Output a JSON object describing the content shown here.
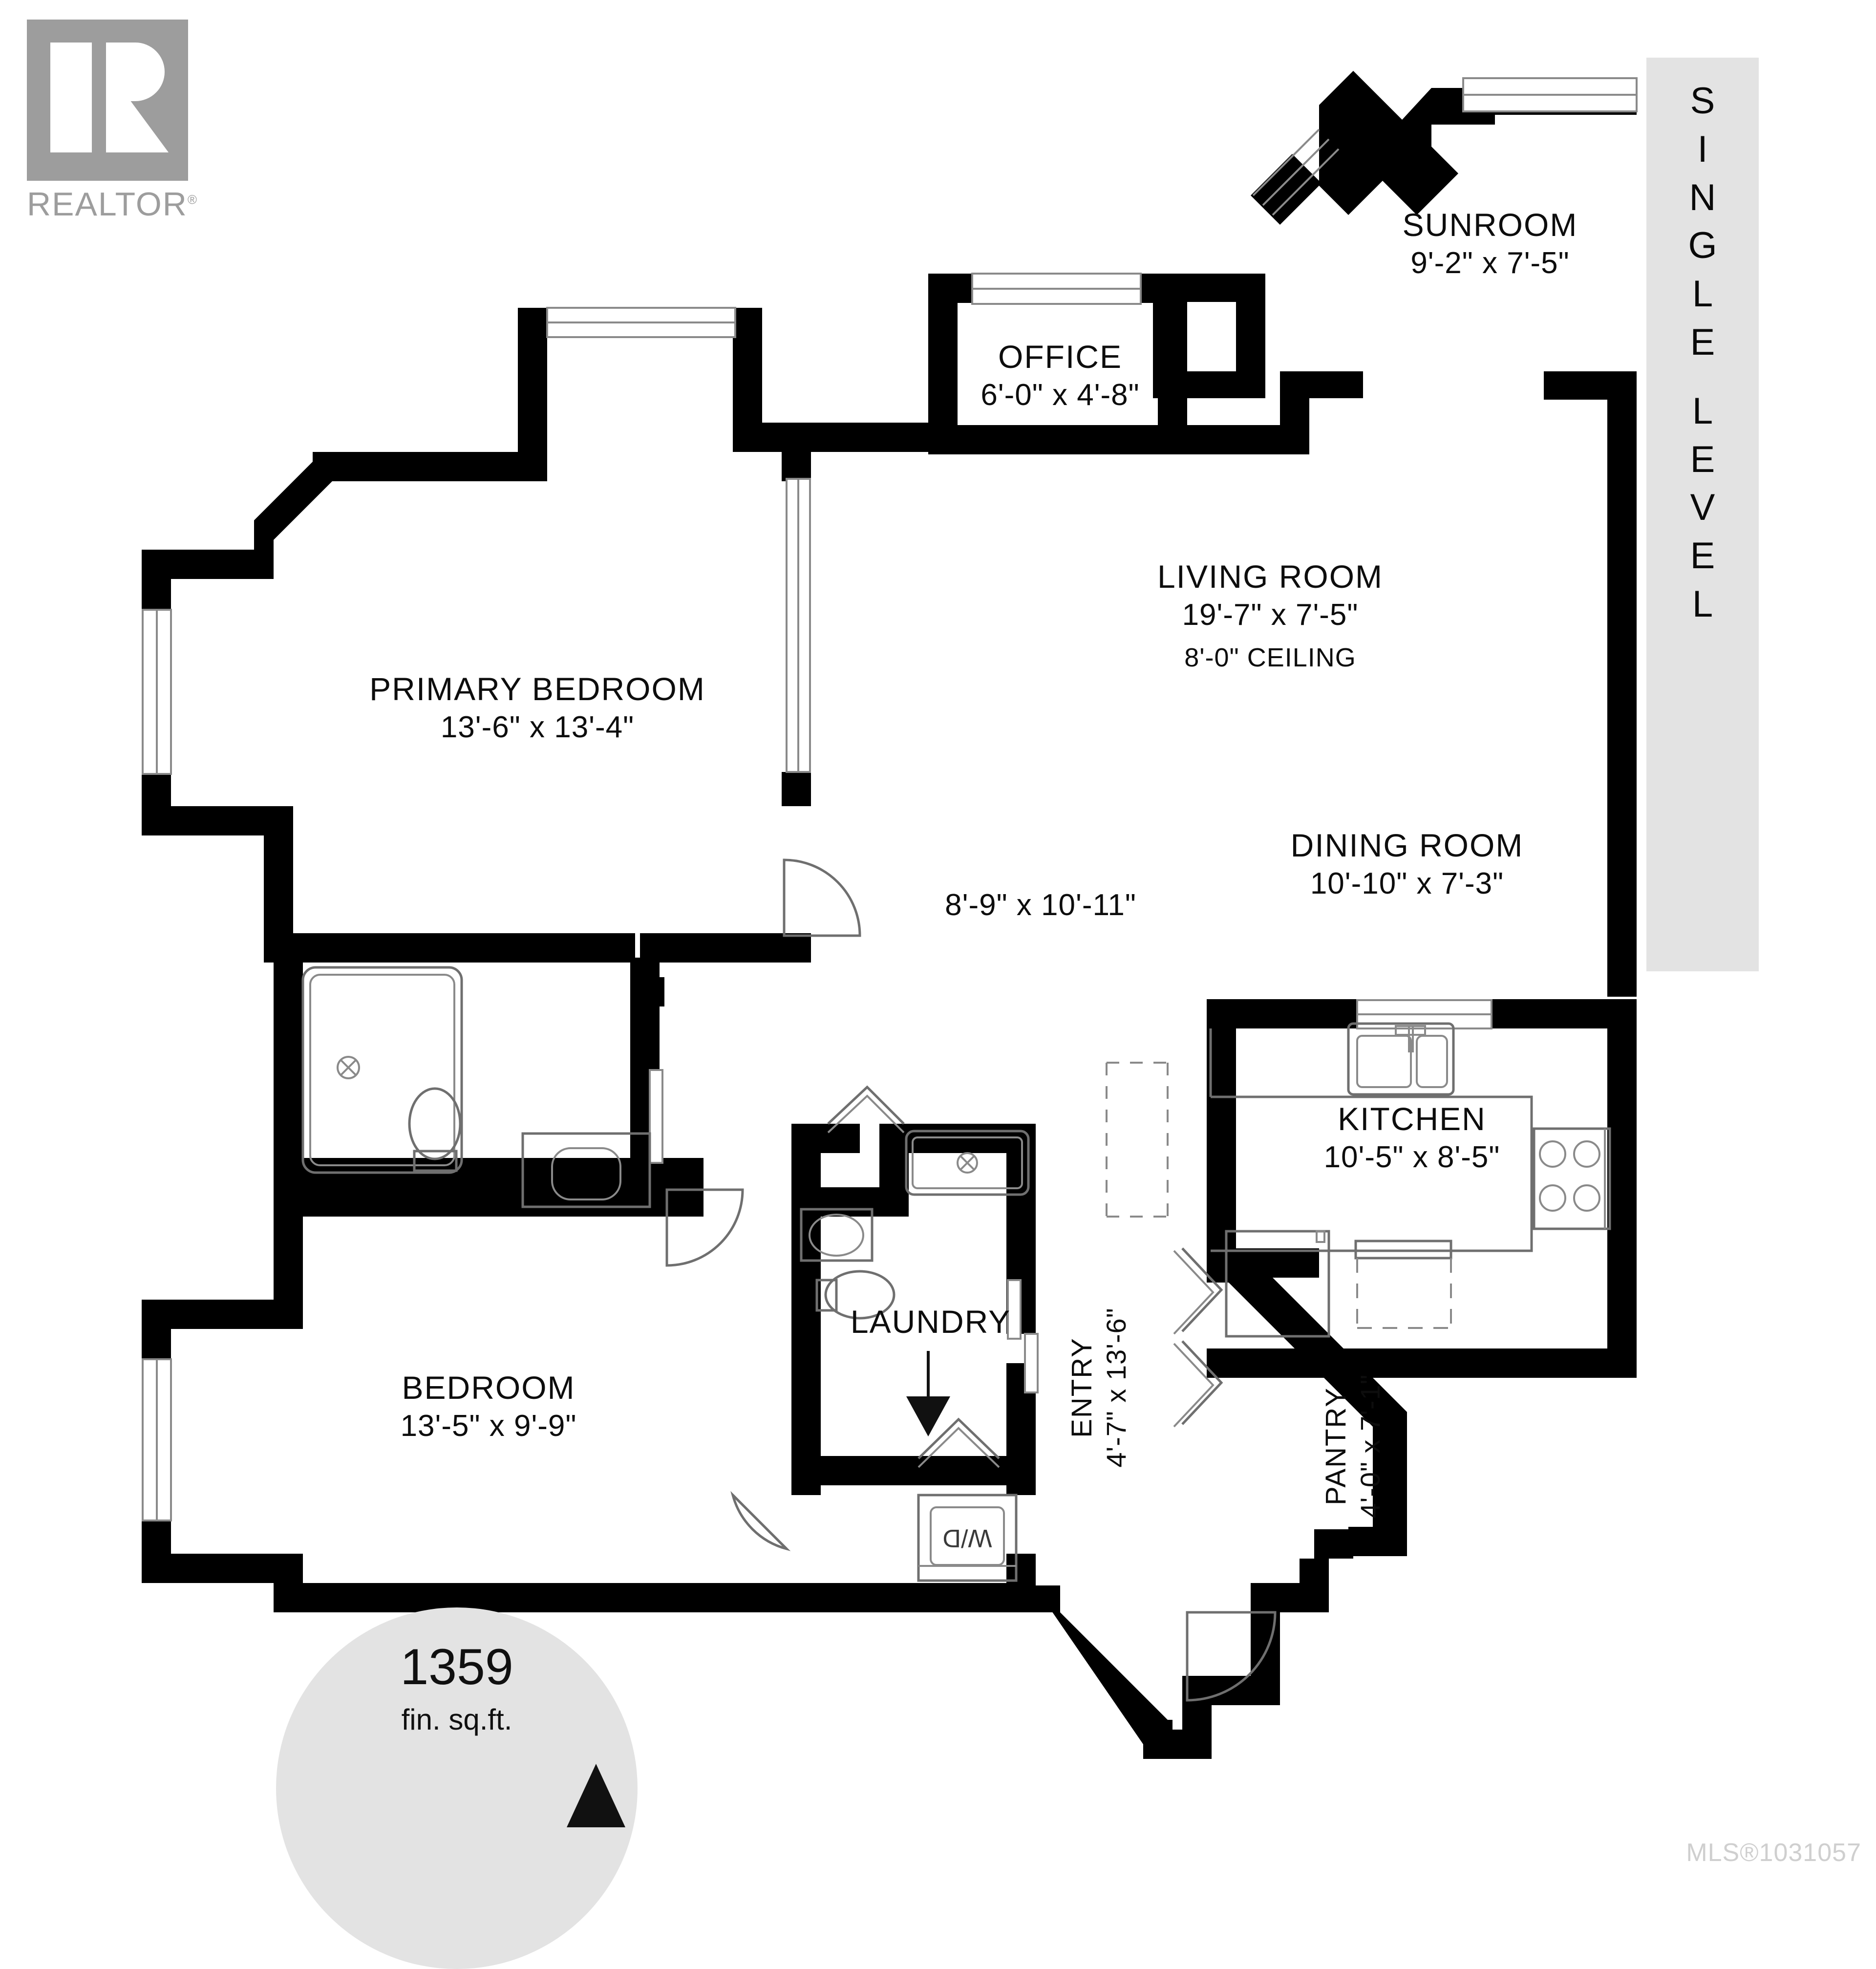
{
  "logo": {
    "wordmark": "REALTOR",
    "registered": "®"
  },
  "banner": {
    "text": "SINGLE LEVEL",
    "letters": [
      "S",
      "I",
      "N",
      "G",
      "L",
      "E",
      "",
      "L",
      "E",
      "V",
      "E",
      "L"
    ],
    "background_color": "#e3e3e3"
  },
  "rooms": [
    {
      "name": "SUNROOM",
      "dimensions": "9'-2\" x 7'-5\""
    },
    {
      "name": "OFFICE",
      "dimensions": "6'-0\" x 4'-8\""
    },
    {
      "name": "LIVING ROOM",
      "dimensions": "19'-7\" x 7'-5\"",
      "extra": "8'-0\" CEILING"
    },
    {
      "name": "DINING ROOM",
      "dimensions": "10'-10\" x 7'-3\""
    },
    {
      "name": "PRIMARY BEDROOM",
      "dimensions": "13'-6\" x 13'-4\""
    },
    {
      "name": "",
      "dimensions": "8'-9\" x 10'-11\""
    },
    {
      "name": "KITCHEN",
      "dimensions": "10'-5\" x 8'-5\""
    },
    {
      "name": "BEDROOM",
      "dimensions": "13'-5\" x 9'-9\""
    },
    {
      "name": "ENTRY",
      "dimensions": "4'-7\" x 13'-6\""
    },
    {
      "name": "PANTRY",
      "dimensions": "4'-0\" x 7'-1\""
    },
    {
      "name": "LAUNDRY",
      "dimensions": ""
    }
  ],
  "appliances": {
    "washer_dryer": "W/D"
  },
  "area_badge": {
    "value": "1359",
    "unit": "fin. sq.ft."
  },
  "footer": {
    "mls": "MLS®1031057"
  },
  "colors": {
    "wall": "#000000",
    "band": "#e3e3e3",
    "badge": "#e3e3e3",
    "logo": "#9d9d9d",
    "footer_text": "#cfcfcf"
  }
}
